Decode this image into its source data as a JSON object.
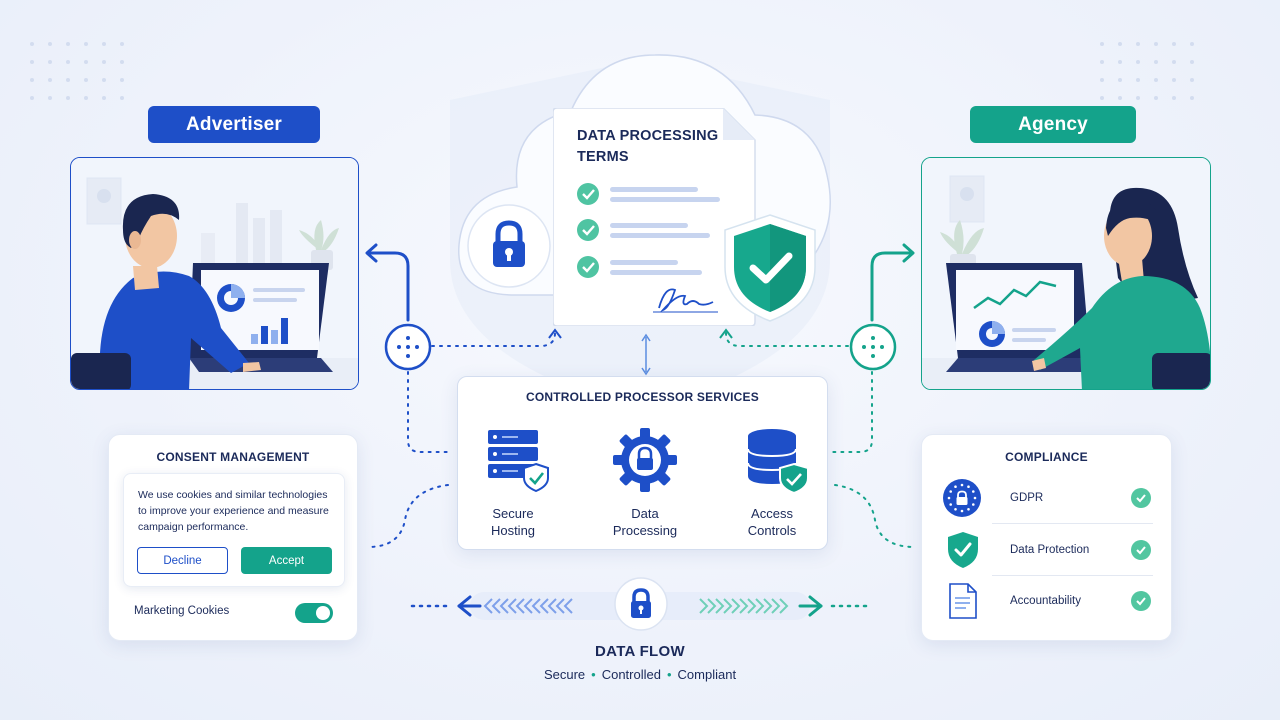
{
  "advertiser": {
    "label": "Advertiser",
    "color": "#1e4fc8"
  },
  "agency": {
    "label": "Agency",
    "color": "#14a38b"
  },
  "document": {
    "title_line1": "DATA PROCESSING",
    "title_line2": "TERMS"
  },
  "services": {
    "title": "CONTROLLED PROCESSOR SERVICES",
    "items": [
      {
        "line1": "Secure",
        "line2": "Hosting",
        "icon": "server-shield-icon"
      },
      {
        "line1": "Data",
        "line2": "Processing",
        "icon": "gear-lock-icon"
      },
      {
        "line1": "Access",
        "line2": "Controls",
        "icon": "database-shield-icon"
      }
    ]
  },
  "consent": {
    "title": "CONSENT MANAGEMENT",
    "text": "We use cookies and similar technologies to improve your experience and measure campaign performance.",
    "decline_label": "Decline",
    "accept_label": "Accept",
    "toggle_label": "Marketing Cookies",
    "toggle_on": true
  },
  "compliance": {
    "title": "COMPLIANCE",
    "items": [
      {
        "label": "GDPR",
        "icon": "eu-stars-lock-icon"
      },
      {
        "label": "Data Protection",
        "icon": "shield-check-icon"
      },
      {
        "label": "Accountability",
        "icon": "document-icon"
      }
    ]
  },
  "flow": {
    "title": "DATA FLOW",
    "tags": [
      "Secure",
      "Controlled",
      "Compliant"
    ]
  },
  "colors": {
    "blue": "#1e4fc8",
    "teal": "#14a38b",
    "navy": "#1b2a5a"
  }
}
